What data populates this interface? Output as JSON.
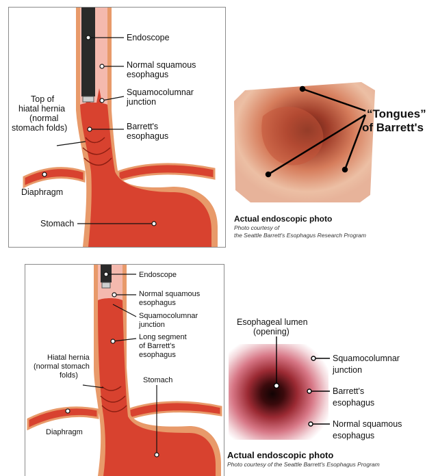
{
  "colors": {
    "stomach_red": "#d8422f",
    "mucosa_pink": "#f4b9ae",
    "outer_wall": "#e89a6a",
    "endoscope": "#2a2a2a"
  },
  "top_diagram": {
    "labels": {
      "endoscope": "Endoscope",
      "normal_squamous_1": "Normal squamous",
      "normal_squamous_2": "esophagus",
      "sq_junction_1": "Squamocolumnar",
      "sq_junction_2": "junction",
      "top_hiatal_1": "Top of",
      "top_hiatal_2": "hiatal hernia",
      "top_hiatal_3": "(normal",
      "top_hiatal_4": "stomach folds)",
      "barretts_1": "Barrett's",
      "barretts_2": "esophagus",
      "diaphragm": "Diaphragm",
      "stomach": "Stomach"
    }
  },
  "top_photo": {
    "tongues_1": "“Tongues”",
    "tongues_2": "of Barrett's",
    "caption_title": "Actual endoscopic photo",
    "caption_line1": "Photo courtesy of",
    "caption_line2": "the Seattle Barrett's Esophagus Research Program"
  },
  "bottom_diagram": {
    "labels": {
      "endoscope": "Endoscope",
      "normal_squamous_1": "Normal squamous",
      "normal_squamous_2": "esophagus",
      "sq_junction_1": "Squamocolumnar",
      "sq_junction_2": "junction",
      "long_segment_1": "Long segment",
      "long_segment_2": "of Barrett's",
      "long_segment_3": "esophagus",
      "hiatal_1": "Hiatal hernia",
      "hiatal_2": "(normal stomach",
      "hiatal_3": "folds)",
      "stomach": "Stomach",
      "diaphragm": "Diaphragm"
    }
  },
  "bottom_photo": {
    "lumen_1": "Esophageal lumen",
    "lumen_2": "(opening)",
    "sq_junction_1": "Squamocolumnar",
    "sq_junction_2": "junction",
    "barretts_1": "Barrett's",
    "barretts_2": "esophagus",
    "normal_1": "Normal squamous",
    "normal_2": "esophagus",
    "caption_title": "Actual endoscopic photo",
    "caption_line": "Photo courtesy of the Seattle Barrett's Esophagus Program"
  }
}
